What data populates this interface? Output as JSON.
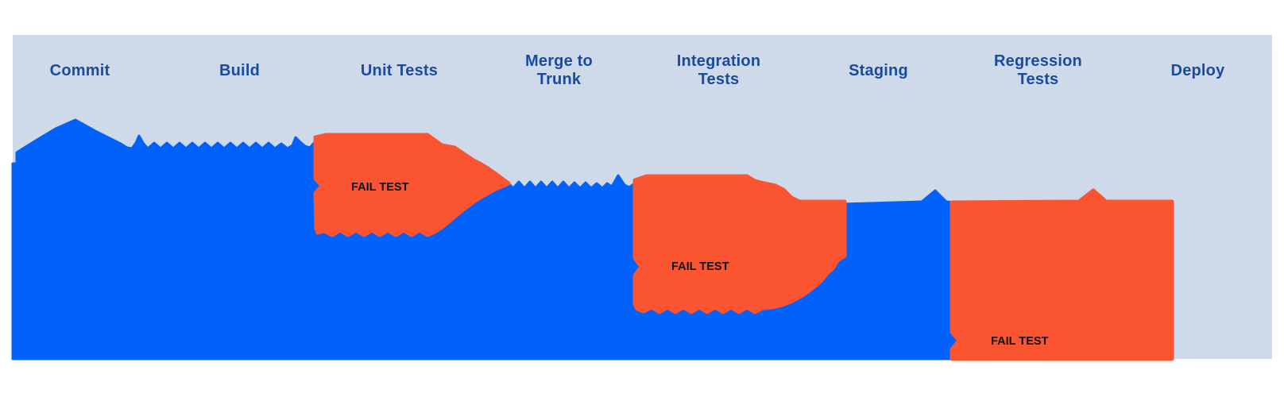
{
  "diagram": {
    "stages": [
      {
        "label": "Commit"
      },
      {
        "label": "Build"
      },
      {
        "label": "Unit Tests"
      },
      {
        "label": "Merge to Trunk"
      },
      {
        "label": "Integration Tests"
      },
      {
        "label": "Staging"
      },
      {
        "label": "Regression Tests"
      },
      {
        "label": "Deploy"
      }
    ],
    "fail_regions": [
      {
        "stage": "Unit Tests",
        "label": "FAIL TEST"
      },
      {
        "stage": "Integration Tests",
        "label": "FAIL TEST"
      },
      {
        "stage": "Regression Tests",
        "label": "FAIL TEST"
      }
    ],
    "colors": {
      "background": "#ffffff",
      "panel": "#cedaea",
      "flow": "#0062fb",
      "fail": "#fa5430",
      "stage_label": "#1a4b9d",
      "fail_label": "#111111"
    }
  }
}
